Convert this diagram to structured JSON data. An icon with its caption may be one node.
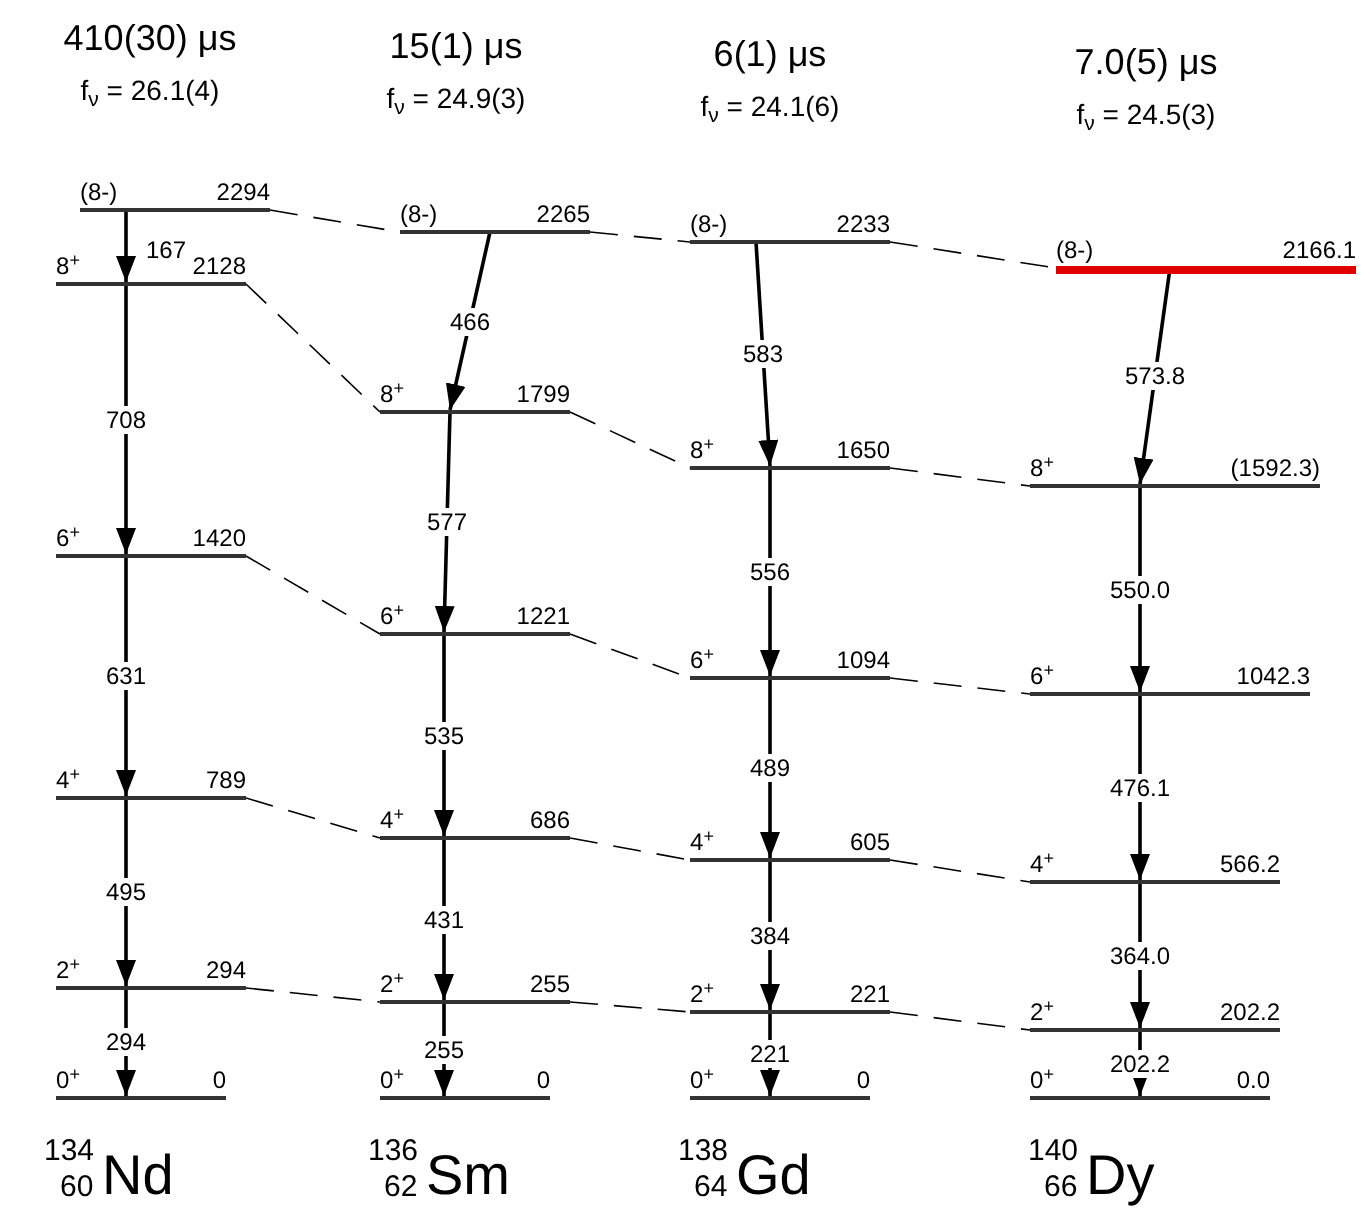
{
  "diagram": {
    "nodes": [
      {
        "text": [
          "(8-)",
          "2294"
        ]
      },
      {
        "text": [
          "8$^{+}$",
          "2128"
        ]
      },
      {
        "text": [
          "6$^{+}$",
          "1420"
        ]
      },
      {
        "text": [
          "4$^{+}$",
          "789"
        ]
      },
      {
        "text": [
          "2$^{+}$",
          "294"
        ]
      },
      {
        "text": [
          "0$^{+}$",
          "0"
        ]
      },
      {
        "text": [
          "(8-)",
          "2265"
        ]
      },
      {
        "text": [
          "8$^{+}$",
          "1799"
        ]
      },
      {
        "text": [
          "6$^{+}$",
          "1221"
        ]
      },
      {
        "text": [
          "4$^{+}$",
          "686"
        ]
      },
      {
        "text": [
          "2$^{+}$",
          "255"
        ]
      },
      {
        "text": [
          "0$^{+}$",
          "0"
        ]
      },
      {
        "text": [
          "(8-)",
          "2233"
        ]
      },
      {
        "text": [
          "8$^{+}$",
          "1650"
        ]
      },
      {
        "text": [
          "6$^{+}$",
          "1094"
        ]
      },
      {
        "text": [
          "4$^{+}$",
          "605"
        ]
      },
      {
        "text": [
          "2$^{+}$",
          "221"
        ]
      },
      {
        "text": [
          "0$^{+}$",
          "0"
        ]
      },
      {
        "text": [
          "(8-)",
          "2166.1"
        ]
      },
      {
        "text": [
          "8$^{+}$",
          "(1592.3)"
        ]
      },
      {
        "text": [
          "6$^{+}$",
          "1042.3"
        ]
      },
      {
        "text": [
          "4$^{+}$",
          "566.2"
        ]
      },
      {
        "text": [
          "2$^{+}$",
          "202.2"
        ]
      },
      {
        "text": [
          "0$^{+}$",
          "0.0"
        ]
      }
    ],
    "edges": [
      {
        "from": 0,
        "to": 1,
        "arrow": "to",
        "label": "167"
      },
      {
        "from": 1,
        "to": 2,
        "arrow": "to",
        "label": "708"
      },
      {
        "from": 2,
        "to": 3,
        "arrow": "to",
        "label": "631"
      },
      {
        "from": 3,
        "to": 4,
        "arrow": "to",
        "label": "495"
      },
      {
        "from": 4,
        "to": 5,
        "arrow": "to",
        "label": "294"
      },
      {
        "from": 6,
        "to": 7,
        "arrow": "to",
        "label": "466"
      },
      {
        "from": 7,
        "to": 8,
        "arrow": "to",
        "label": "577"
      },
      {
        "from": 8,
        "to": 9,
        "arrow": "to",
        "label": "535"
      },
      {
        "from": 9,
        "to": 10,
        "arrow": "to",
        "label": "431"
      },
      {
        "from": 10,
        "to": 11,
        "arrow": "to",
        "label": "255"
      },
      {
        "from": 12,
        "to": 13,
        "arrow": "to",
        "label": "583"
      },
      {
        "from": 13,
        "to": 14,
        "arrow": "to",
        "label": "556"
      },
      {
        "from": 14,
        "to": 15,
        "arrow": "to",
        "label": "489"
      },
      {
        "from": 15,
        "to": 16,
        "arrow": "to",
        "label": "384"
      },
      {
        "from": 16,
        "to": 17,
        "arrow": "to",
        "label": "221"
      },
      {
        "from": 18,
        "to": 19,
        "arrow": "to",
        "label": "573.8"
      },
      {
        "from": 19,
        "to": 20,
        "arrow": "to",
        "label": "550.0"
      },
      {
        "from": 20,
        "to": 21,
        "arrow": "to",
        "label": "476.1"
      },
      {
        "from": 21,
        "to": 22,
        "arrow": "to",
        "label": "364.0"
      },
      {
        "from": 22,
        "to": 23,
        "arrow": "to",
        "label": "202.2"
      },
      {
        "from": 0,
        "to": 6,
        "arrow": "none",
        "style": "dashed"
      },
      {
        "from": 6,
        "to": 12,
        "arrow": "none",
        "style": "dashed"
      },
      {
        "from": 12,
        "to": 18,
        "arrow": "none",
        "style": "dashed"
      },
      {
        "from": 1,
        "to": 7,
        "arrow": "none",
        "style": "dashed"
      },
      {
        "from": 7,
        "to": 13,
        "arrow": "none",
        "style": "dashed"
      },
      {
        "from": 13,
        "to": 19,
        "arrow": "none",
        "style": "dashed"
      },
      {
        "from": 2,
        "to": 8,
        "arrow": "none",
        "style": "dashed"
      },
      {
        "from": 8,
        "to": 14,
        "arrow": "none",
        "style": "dashed"
      },
      {
        "from": 14,
        "to": 20,
        "arrow": "none",
        "style": "dashed"
      },
      {
        "from": 3,
        "to": 9,
        "arrow": "none",
        "style": "dashed"
      },
      {
        "from": 9,
        "to": 15,
        "arrow": "none",
        "style": "dashed"
      },
      {
        "from": 15,
        "to": 21,
        "arrow": "none",
        "style": "dashed"
      },
      {
        "from": 4,
        "to": 10,
        "arrow": "none",
        "style": "dashed"
      },
      {
        "from": 10,
        "to": 16,
        "arrow": "none",
        "style": "dashed"
      },
      {
        "from": 16,
        "to": 22,
        "arrow": "none",
        "style": "dashed"
      }
    ],
    "labels": [
      "410(30) μs",
      "15(1) μs",
      "6(1) μs",
      "7.0(5) μs",
      "f$_{ν}$ = 26.1(4)",
      "f$_{ν}$ = 24.9(3)",
      "f$_{ν}$ = 24.1(6)",
      "f$_{ν}$ = 24.5(3)",
      "134",
      "60",
      "Nd",
      "136",
      "62",
      "Sm",
      "138",
      "64",
      "Gd",
      "140",
      "66",
      "Dy"
    ]
  }
}
